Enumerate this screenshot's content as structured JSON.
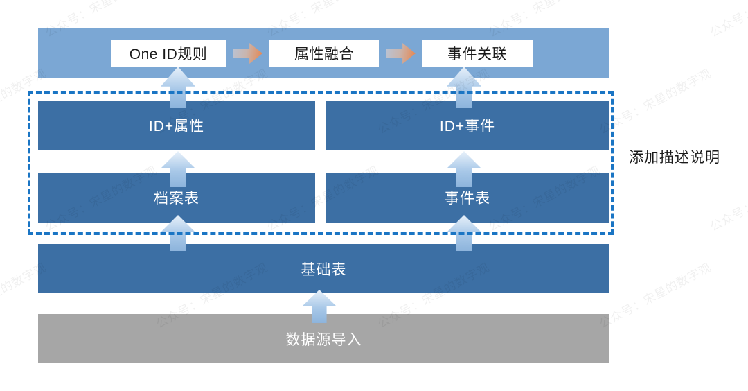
{
  "diagram": {
    "title_flow": {
      "steps": [
        {
          "label": "One ID规则"
        },
        {
          "label": "属性融合"
        },
        {
          "label": "事件关联"
        }
      ],
      "arrow_icons": [
        "right-arrow-icon",
        "right-arrow-icon"
      ]
    },
    "layers": [
      {
        "row": "mid-upper",
        "cells": [
          {
            "label": "ID+属性"
          },
          {
            "label": "ID+事件"
          }
        ]
      },
      {
        "row": "mid-lower",
        "cells": [
          {
            "label": "档案表"
          },
          {
            "label": "事件表"
          }
        ]
      }
    ],
    "base_layer": {
      "label": "基础表"
    },
    "source_layer": {
      "label": "数据源导入"
    },
    "annotation": {
      "label": "添加描述说明"
    },
    "colors": {
      "banner_blue": "#7ba7d4",
      "block_blue": "#3c6fa4",
      "source_gray": "#a6a6a6",
      "dashed_blue": "#1a75c4",
      "chip_white": "#ffffff",
      "arrow_orange": "#e8834a"
    }
  },
  "watermark": {
    "text": "公众号：宋星的数字观"
  }
}
